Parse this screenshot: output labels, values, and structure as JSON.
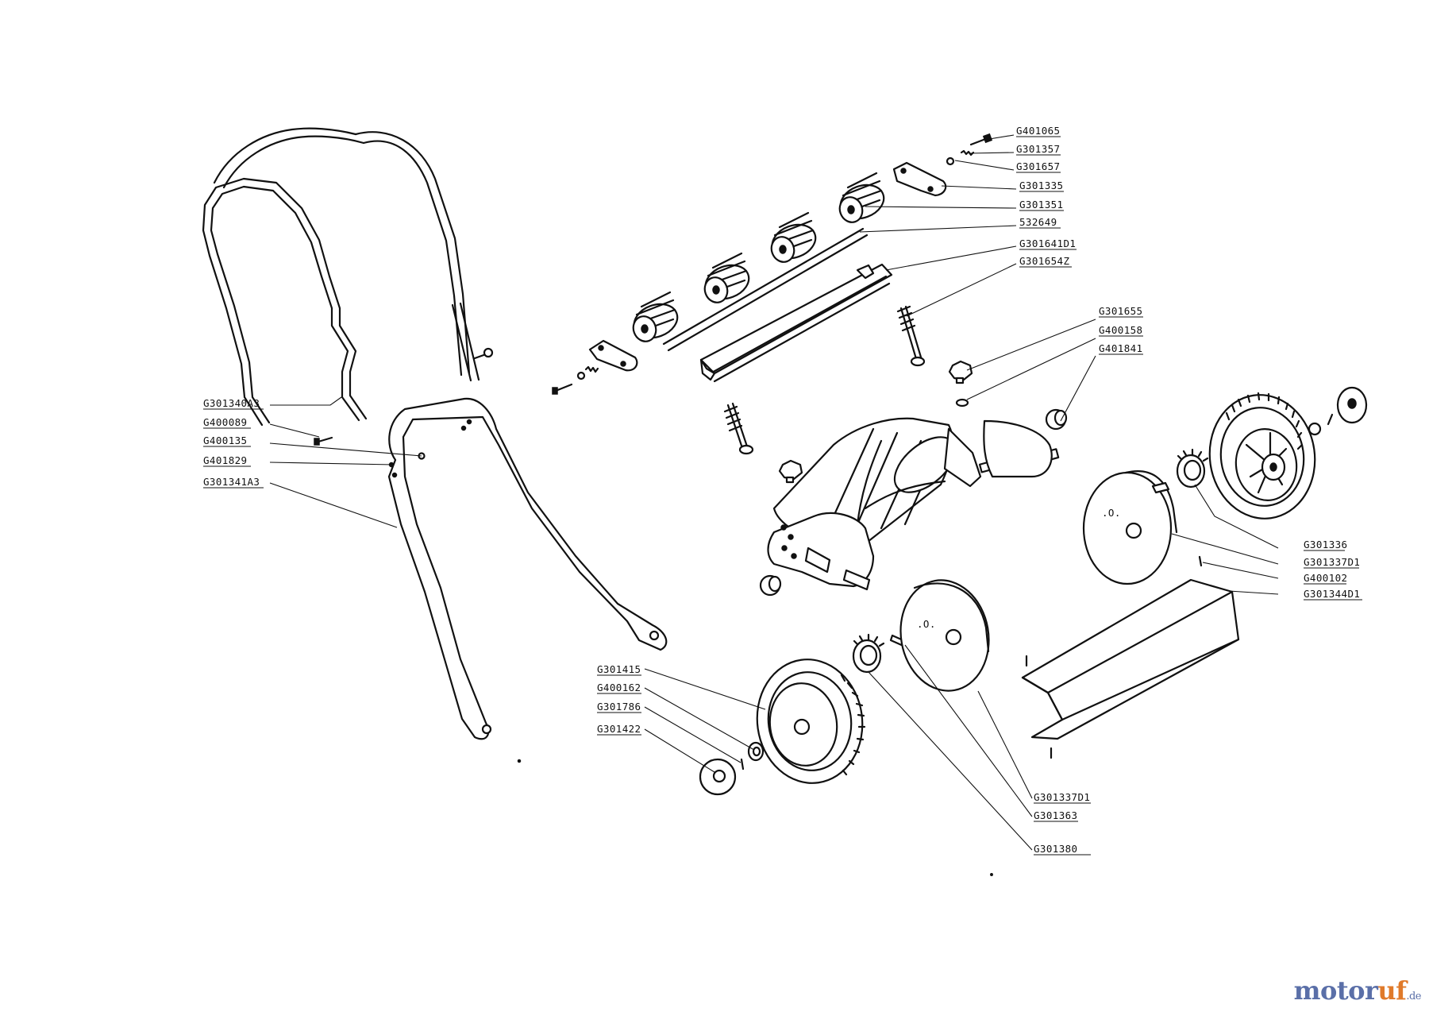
{
  "labels": {
    "G401065": "G401065",
    "G301357": "G301357",
    "G301657": "G301657",
    "G301335": "G301335",
    "G301351": "G301351",
    "532649": "532649",
    "G301641D1": "G301641D1",
    "G301654Z": "G301654Z",
    "G301655": "G301655",
    "G400158": "G400158",
    "G401841": "G401841",
    "G301340A3": "G301340A3",
    "G400089": "G400089",
    "G400135": "G400135",
    "G401829": "G401829",
    "G301341A3": "G301341A3",
    "G301336": "G301336",
    "G301337D1_right": "G301337D1",
    "G400102": "G400102",
    "G301344D1": "G301344D1",
    "G301415": "G301415",
    "G400162": "G400162",
    "G301786": "G301786",
    "G301422": "G301422",
    "G301337D1_bottom": "G301337D1",
    "G301363": "G301363",
    "G301380": "G301380"
  },
  "watermark": {
    "brand_a": "motor",
    "brand_b": "uf",
    "suffix": ".de"
  }
}
